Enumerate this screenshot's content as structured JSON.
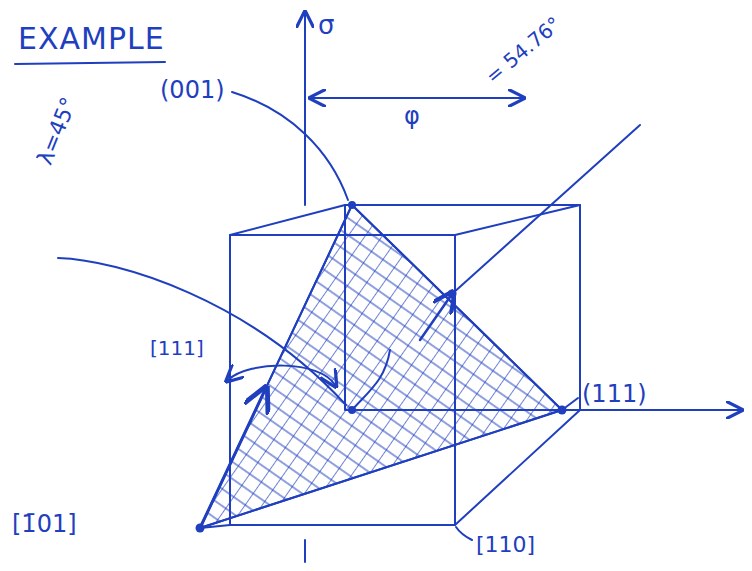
{
  "diagram": {
    "title": "EXAMPLE",
    "labels": [
      "σ",
      "φ",
      "= 54.76°",
      "(001)",
      "λ=45°",
      "[111]",
      "(111)",
      "[1̄01]",
      "[110]"
    ]
  }
}
